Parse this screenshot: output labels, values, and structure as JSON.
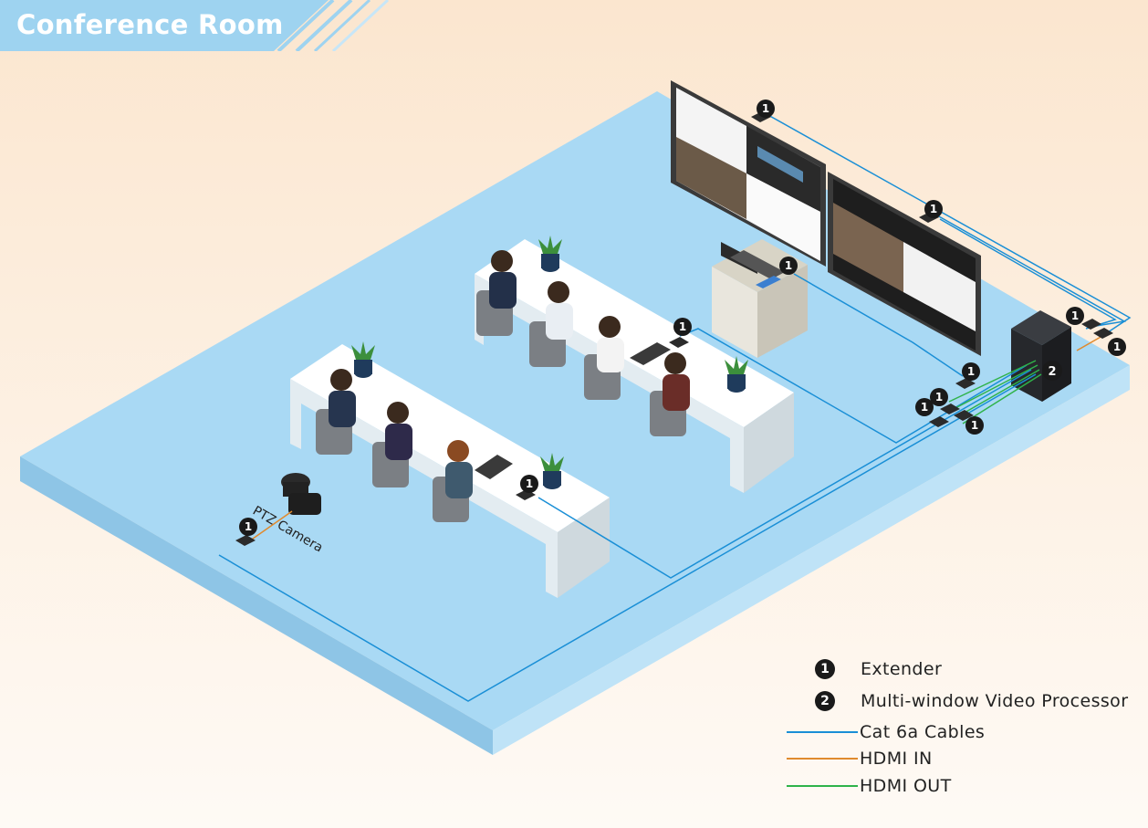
{
  "title": "Conference Room",
  "camera_label": "PTZ Camera",
  "markers": {
    "extender": "1",
    "processor": "2"
  },
  "legend": {
    "items": [
      {
        "badge": "1",
        "label": "Extender"
      },
      {
        "badge": "2",
        "label": "Multi-window Video Processor"
      }
    ],
    "lines": [
      {
        "label": "Cat 6a Cables",
        "color": "#1a8fd6"
      },
      {
        "label": "HDMI IN",
        "color": "#e08a2e"
      },
      {
        "label": "HDMI OUT",
        "color": "#2fb34a"
      }
    ]
  },
  "colors": {
    "banner": "#9ed3f0",
    "floor": "#a9d9f4",
    "cat6a": "#1a8fd6",
    "hdmi_in": "#e08a2e",
    "hdmi_out": "#2fb34a"
  }
}
